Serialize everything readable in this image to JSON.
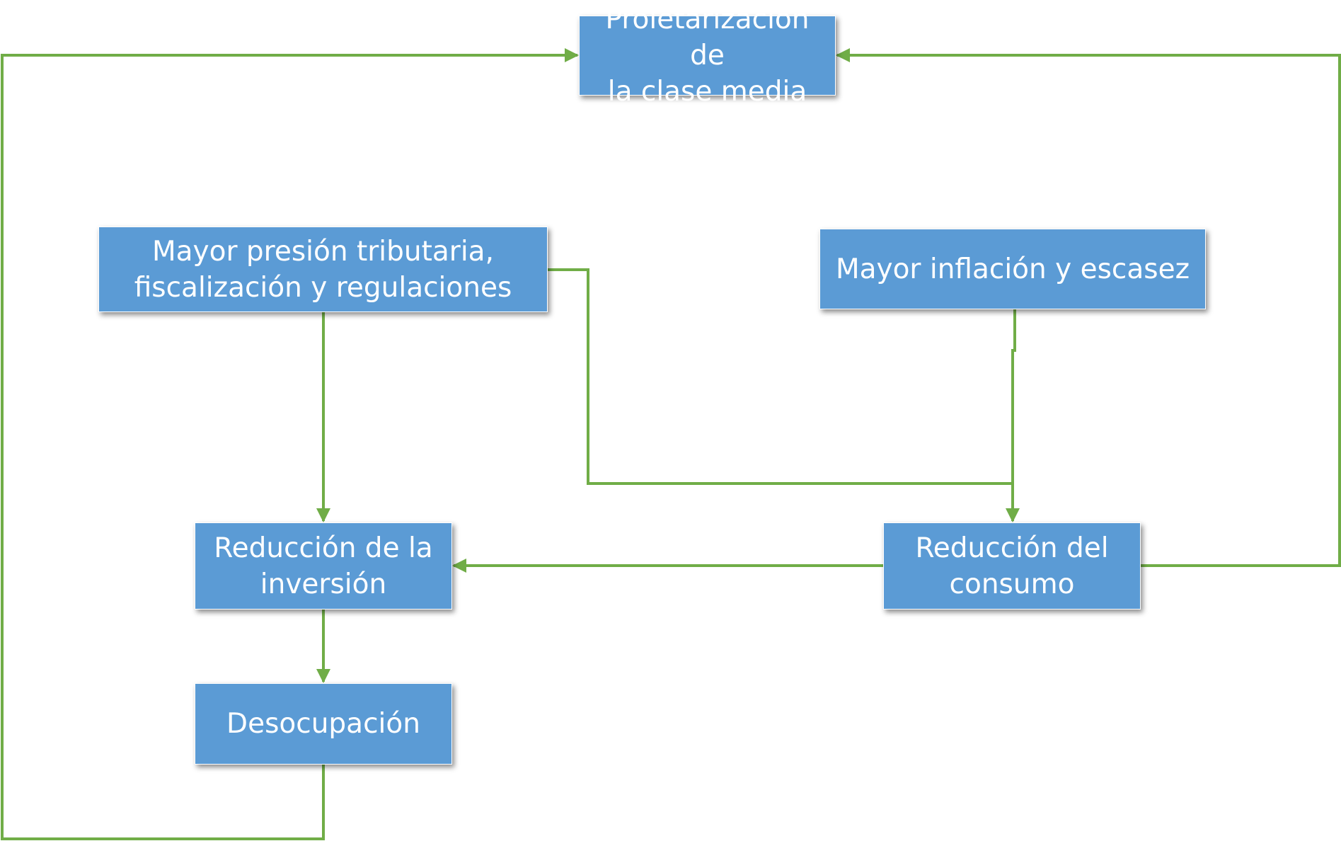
{
  "colors": {
    "node_fill": "#5b9bd5",
    "node_text": "#ffffff",
    "connector": "#70ad47",
    "background": "#ffffff"
  },
  "nodes": {
    "proletarizacion": {
      "label": "Proletarización de\nla clase media"
    },
    "presion": {
      "label": "Mayor presión tributaria,\nfiscalización y regulaciones"
    },
    "inflacion": {
      "label": "Mayor inflación y escasez"
    },
    "inversion": {
      "label": "Reducción de la\ninversión"
    },
    "consumo": {
      "label": "Reducción del\nconsumo"
    },
    "desocupacion": {
      "label": "Desocupación"
    }
  },
  "edges": [
    {
      "from": "presion",
      "to": "inversion"
    },
    {
      "from": "presion",
      "to": "consumo"
    },
    {
      "from": "inflacion",
      "to": "consumo"
    },
    {
      "from": "consumo",
      "to": "inversion"
    },
    {
      "from": "consumo",
      "to": "proletarizacion"
    },
    {
      "from": "inversion",
      "to": "desocupacion"
    },
    {
      "from": "desocupacion",
      "to": "proletarizacion"
    }
  ]
}
